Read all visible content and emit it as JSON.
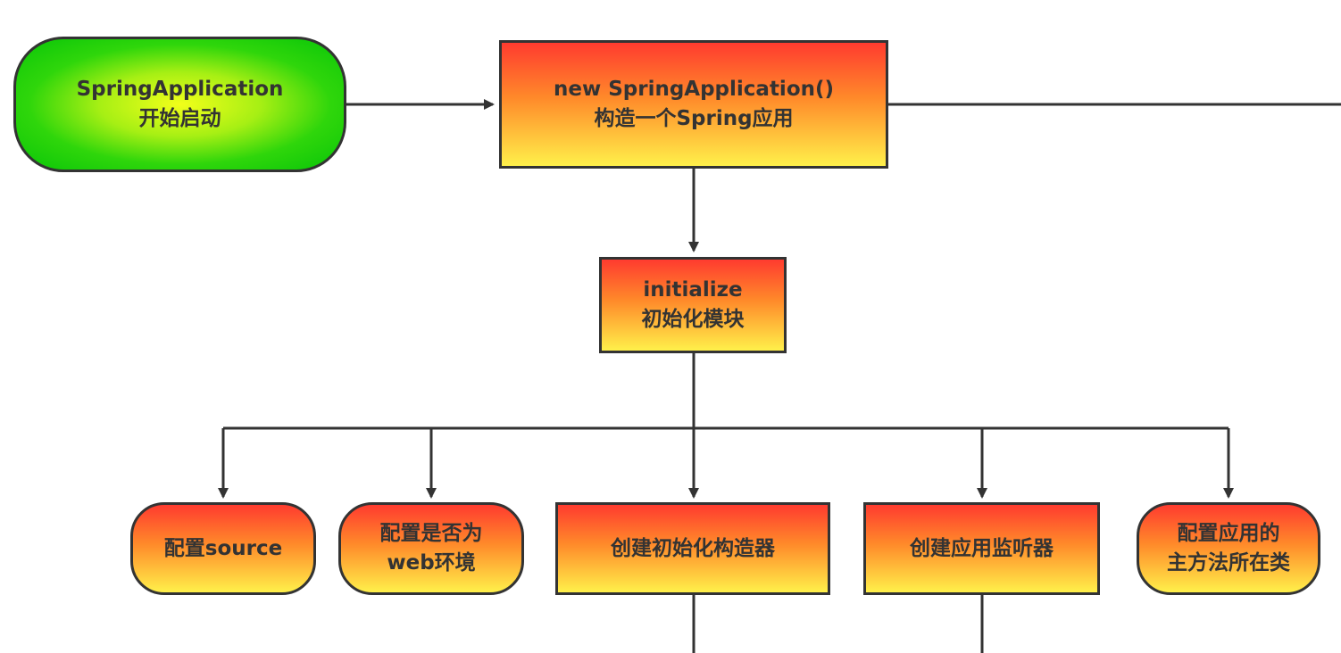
{
  "nodes": {
    "start": "SpringApplication\n开始启动",
    "construct": "new SpringApplication()\n构造一个Spring应用",
    "initialize": "initialize\n初始化模块",
    "source": "配置source",
    "web": "配置是否为\nweb环境",
    "initializers": "创建初始化构造器",
    "listeners": "创建应用监听器",
    "main_class": "配置应用的\n主方法所在类"
  }
}
